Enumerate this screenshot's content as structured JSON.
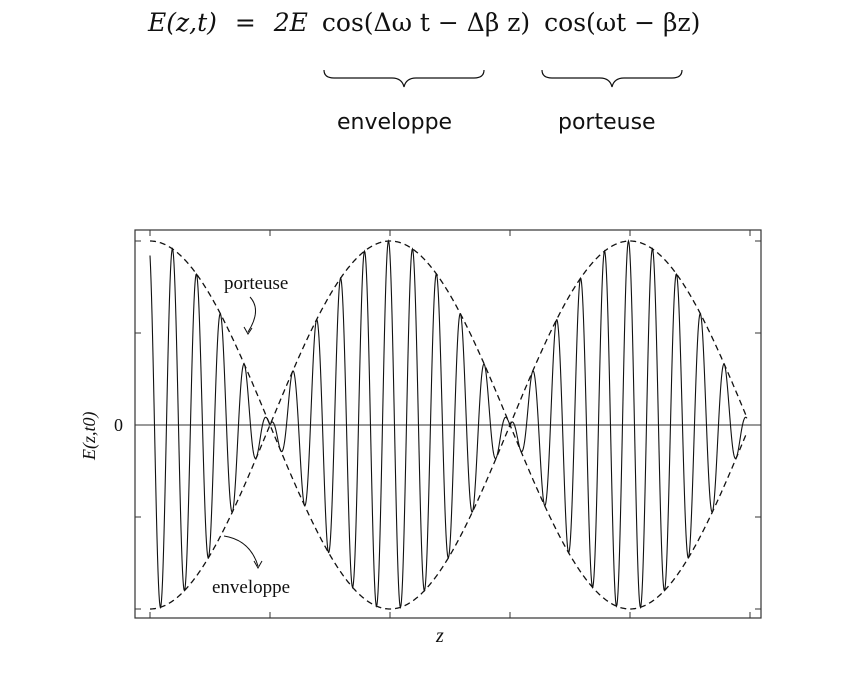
{
  "equation": {
    "lhs": "E(z,t)",
    "eq": "=",
    "coef": "2E",
    "envelope_term": "cos(Δω t − Δβ z)",
    "carrier_term": "cos(ωt − βz)",
    "envelope_label": "enveloppe",
    "carrier_label": "porteuse"
  },
  "chart_data": {
    "type": "line",
    "title": "",
    "xlabel": "z",
    "ylabel": "E(z,t0)",
    "y_ticks": [
      "0"
    ],
    "ylim": [
      -1,
      1
    ],
    "grid": false,
    "series": [
      {
        "style": "solid",
        "description_values": {
          "amplitude_max": 1,
          "carrier_cycles_per_envelope_half_period": 10,
          "envelope_half_periods_shown": 2.5
        }
      },
      {
        "style": "dashed"
      }
    ],
    "annotations": [
      {
        "text": "porteuse"
      },
      {
        "text": "enveloppe"
      }
    ]
  }
}
